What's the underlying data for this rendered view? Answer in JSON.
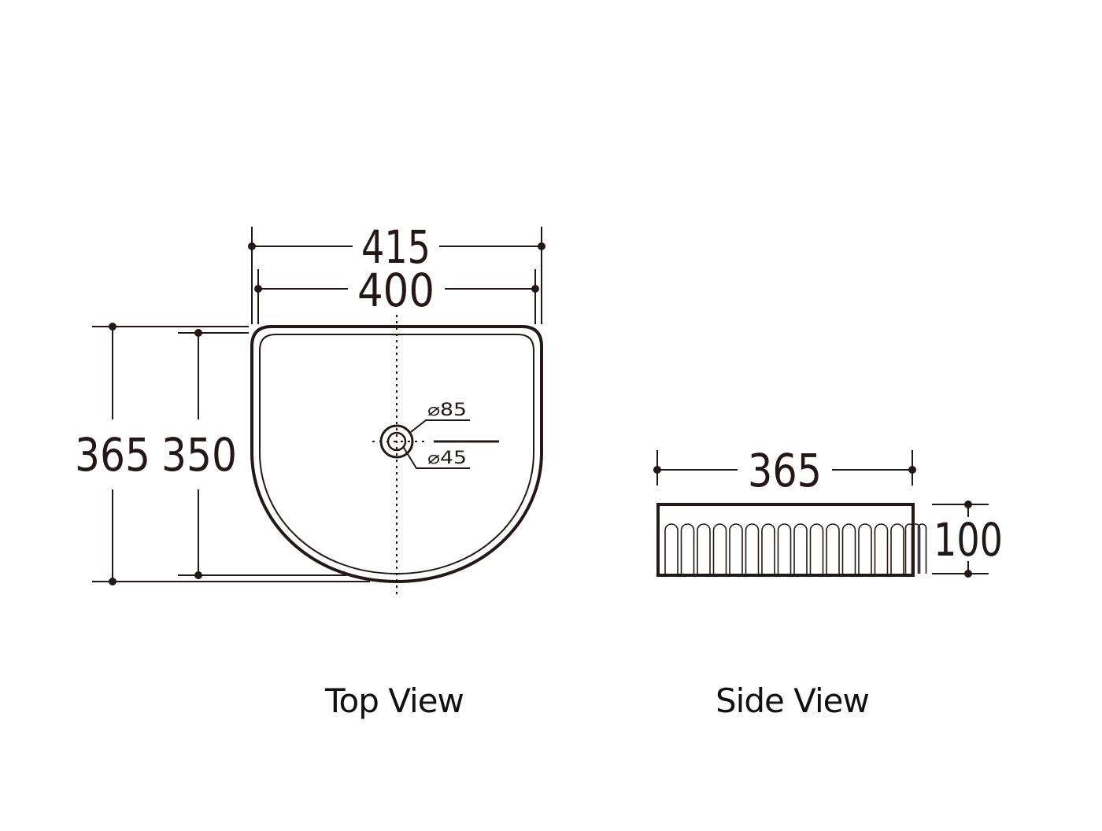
{
  "colors": {
    "line": "#231815",
    "background": "#ffffff"
  },
  "top_view": {
    "label": "Top View",
    "dimensions": {
      "overall_width": "415",
      "inner_width": "400",
      "overall_depth": "365",
      "inner_depth": "350",
      "drain_outer_diameter": "⌀85",
      "drain_inner_diameter": "⌀45"
    }
  },
  "side_view": {
    "label": "Side View",
    "dimensions": {
      "width": "365",
      "height": "100"
    },
    "fluting": {
      "flute_count": 18
    }
  }
}
